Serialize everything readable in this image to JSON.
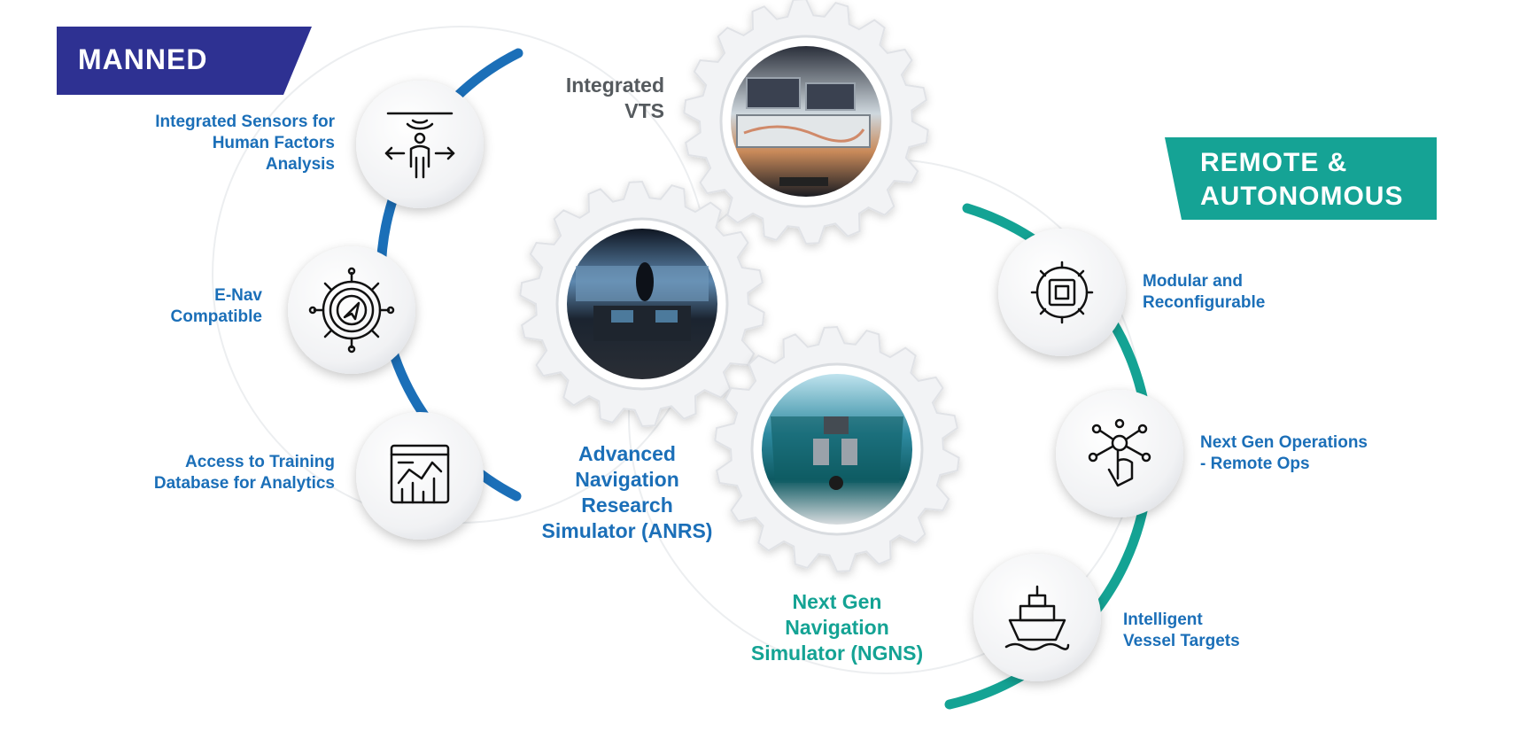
{
  "banners": {
    "manned": "MANNED",
    "remote_line1": "REMOTE &",
    "remote_line2": "AUTONOMOUS"
  },
  "gears": {
    "vts": "Integrated\nVTS",
    "anrs": "Advanced\nNavigation\nResearch\nSimulator (ANRS)",
    "ngns": "Next Gen\nNavigation\nSimulator (NGNS)"
  },
  "manned_features": [
    {
      "label": "Integrated Sensors for\nHuman Factors\nAnalysis",
      "icon": "human-sensor-icon"
    },
    {
      "label": "E-Nav\nCompatible",
      "icon": "ship-wheel-compass-icon"
    },
    {
      "label": "Access to Training\nDatabase for Analytics",
      "icon": "analytics-chart-icon"
    }
  ],
  "remote_features": [
    {
      "label": "Modular and\nReconfigurable",
      "icon": "gear-chip-icon"
    },
    {
      "label": "Next Gen Operations\n- Remote Ops",
      "icon": "touch-network-icon"
    },
    {
      "label": "Intelligent\nVessel Targets",
      "icon": "ship-icon"
    }
  ],
  "colors": {
    "manned_banner": "#2e3192",
    "remote_banner": "#15a395",
    "manned_text": "#1b6fb8",
    "remote_text": "#14a394",
    "vts_text": "#555a5e"
  }
}
